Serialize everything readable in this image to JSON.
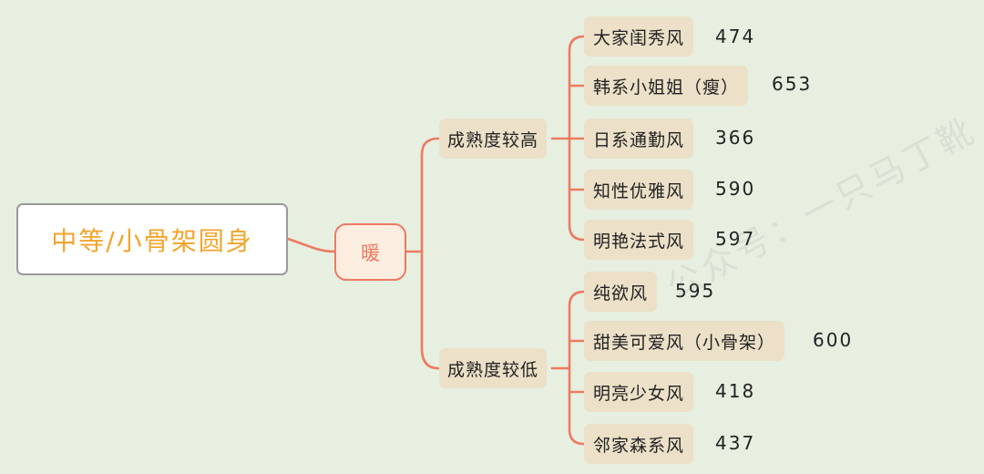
{
  "root": {
    "label": "中等/小骨架圆身"
  },
  "level1": {
    "label": "暖"
  },
  "groups": [
    {
      "label": "成熟度较高",
      "items": [
        {
          "label": "大家闺秀风",
          "value": "474"
        },
        {
          "label": "韩系小姐姐（瘦）",
          "value": "653"
        },
        {
          "label": "日系通勤风",
          "value": "366"
        },
        {
          "label": "知性优雅风",
          "value": "590"
        },
        {
          "label": "明艳法式风",
          "value": "597"
        }
      ]
    },
    {
      "label": "成熟度较低",
      "items": [
        {
          "label": "纯欲风",
          "value": "595"
        },
        {
          "label": "甜美可爱风（小骨架）",
          "value": "600"
        },
        {
          "label": "明亮少女风",
          "value": "418"
        },
        {
          "label": "邻家森系风",
          "value": "437"
        }
      ]
    }
  ],
  "watermark": "公众号：一只马丁靴",
  "colors": {
    "background": "#e6efe0",
    "connector": "#ee7a62",
    "root_text": "#f2a42c",
    "node_fill": "#ece0c8"
  }
}
